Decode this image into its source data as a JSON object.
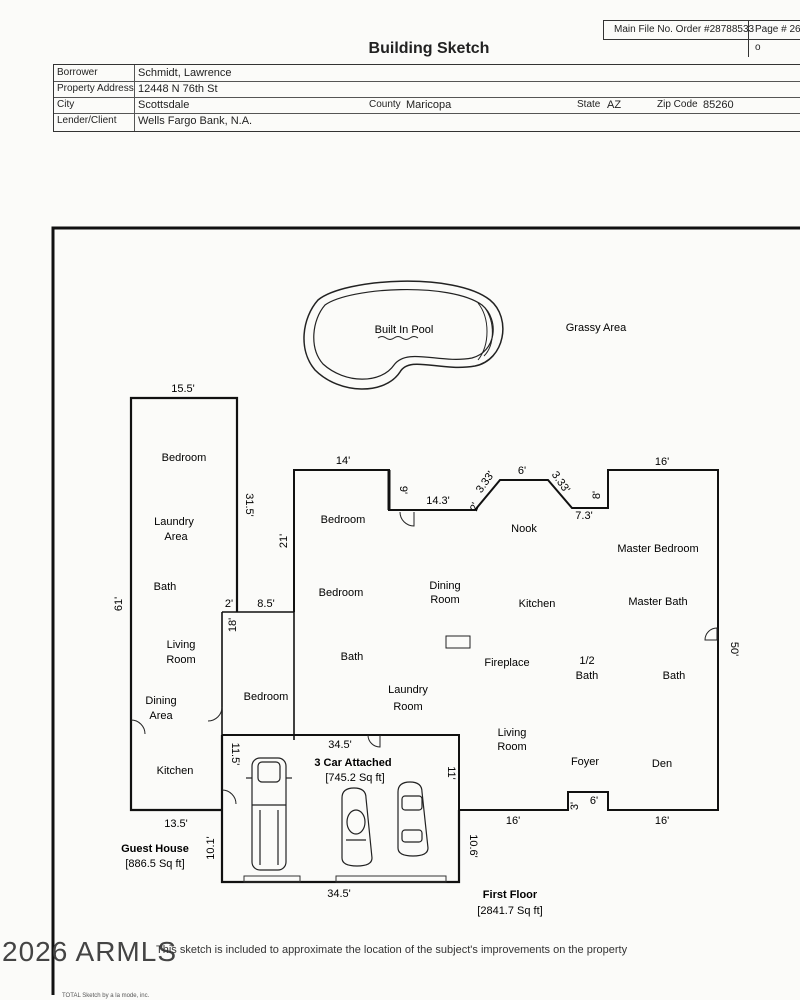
{
  "header": {
    "file_no": "Main File No. Order #28788533",
    "page_no": "Page # 26 o",
    "title": "Building Sketch"
  },
  "info": {
    "borrower_label": "Borrower",
    "borrower": "Schmidt, Lawrence",
    "address_label": "Property Address",
    "address": "12448 N 76th St",
    "city_label": "City",
    "city": "Scottsdale",
    "county_label": "County",
    "county": "Maricopa",
    "state_label": "State",
    "state": "AZ",
    "zip_label": "Zip Code",
    "zip": "85260",
    "lender_label": "Lender/Client",
    "lender": "Wells Fargo Bank, N.A."
  },
  "sketch": {
    "pool": "Built In Pool",
    "grassy": "Grassy Area",
    "guest_house": {
      "title": "Guest House",
      "area": "[886.5 Sq ft]",
      "rooms": [
        "Bedroom",
        "Laundry",
        "Area",
        "Bath",
        "Living",
        "Room",
        "Dining",
        "Area",
        "Kitchen"
      ],
      "dims": [
        "15.5'",
        "31.5'",
        "61'",
        "13.5'",
        "2'",
        "18'",
        "8.5'",
        "10.1'"
      ],
      "bedroom2": "Bedroom"
    },
    "main_house": {
      "title": "First Floor",
      "area": "[2841.7 Sq ft]",
      "rooms": [
        "Bedroom",
        "Bedroom",
        "Bath",
        "Laundry",
        "Room",
        "Dining",
        "Room",
        "Nook",
        "Kitchen",
        "Master Bedroom",
        "Master Bath",
        "Fireplace",
        "1/2",
        "Bath",
        "Bath",
        "Living",
        "Room",
        "Foyer",
        "Den"
      ],
      "dims": [
        "14'",
        "9'",
        "14.3'",
        "2'",
        "3.33'",
        "6'",
        "3.33'",
        "8'",
        "7.3'",
        "16'",
        "21'",
        "50'",
        "16'",
        "6'",
        "3'",
        "16'",
        "10.6'"
      ]
    },
    "garage": {
      "title": "3 Car Attached",
      "area": "[745.2 Sq ft]",
      "dims": [
        "34.5'",
        "11.5'",
        "11'",
        "34.5'"
      ]
    }
  },
  "footer": {
    "watermark": "2026 ARMLS",
    "note": "This sketch is included to approximate the location of the subject's improvements on the property",
    "credit": "TOTAL Sketch by a la mode, inc."
  }
}
